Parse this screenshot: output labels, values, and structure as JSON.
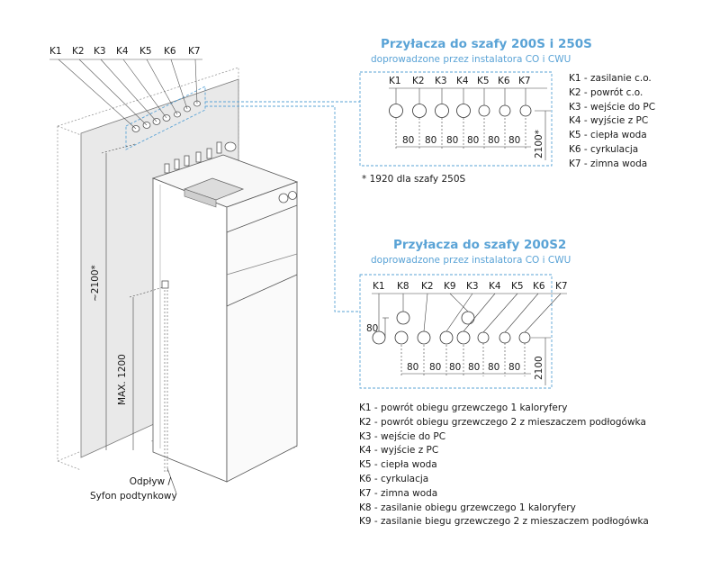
{
  "connector_codes": [
    "K1",
    "K2",
    "K3",
    "K4",
    "K5",
    "K6",
    "K7"
  ],
  "connector_codes_200s2": [
    "K1",
    "K8",
    "K2",
    "K9",
    "K3",
    "K4",
    "K5",
    "K6",
    "K7"
  ],
  "section1": {
    "title": "Przyłacza do szafy 200S i 250S",
    "subtitle": "doprowadzone przez instalatora CO i CWU",
    "spacing_label": "80",
    "height_label": "2100*",
    "footnote": "*   1920 dla szafy 250S"
  },
  "legend1": [
    "K1 - zasilanie c.o.",
    "K2 - powrót c.o.",
    "K3 - wejście do PC",
    "K4 - wyjście z PC",
    "K5 - ciepła woda",
    "K6 - cyrkulacja",
    "K7 - zimna woda"
  ],
  "section2": {
    "title": "Przyłacza do szafy 200S2",
    "subtitle": "doprowadzone przez instalatora CO i CWU",
    "spacing_label": "80",
    "row_gap_label": "80",
    "height_label": "2100"
  },
  "legend2": [
    "K1 - powrót obiegu grzewczego 1 kaloryfery",
    "K2 - powrót obiegu grzewczego 2 z mieszaczem podłogówka",
    "K3 - wejście do PC",
    "K4 - wyjście z PC",
    "K5 - ciepła woda",
    "K6 - cyrkulacja",
    "K7 - zimna woda",
    "K8 - zasilanie obiegu grzewczego 1 kaloryfery",
    "K9 - zasilanie biegu grzewczego 2 z mieszaczem podłogówka"
  ],
  "drawing": {
    "height_2100": "~2100*",
    "max_1200": "MAX. 1200",
    "drain_line1": "Odpływ /",
    "drain_line2": "Syfon podtynkowy"
  }
}
